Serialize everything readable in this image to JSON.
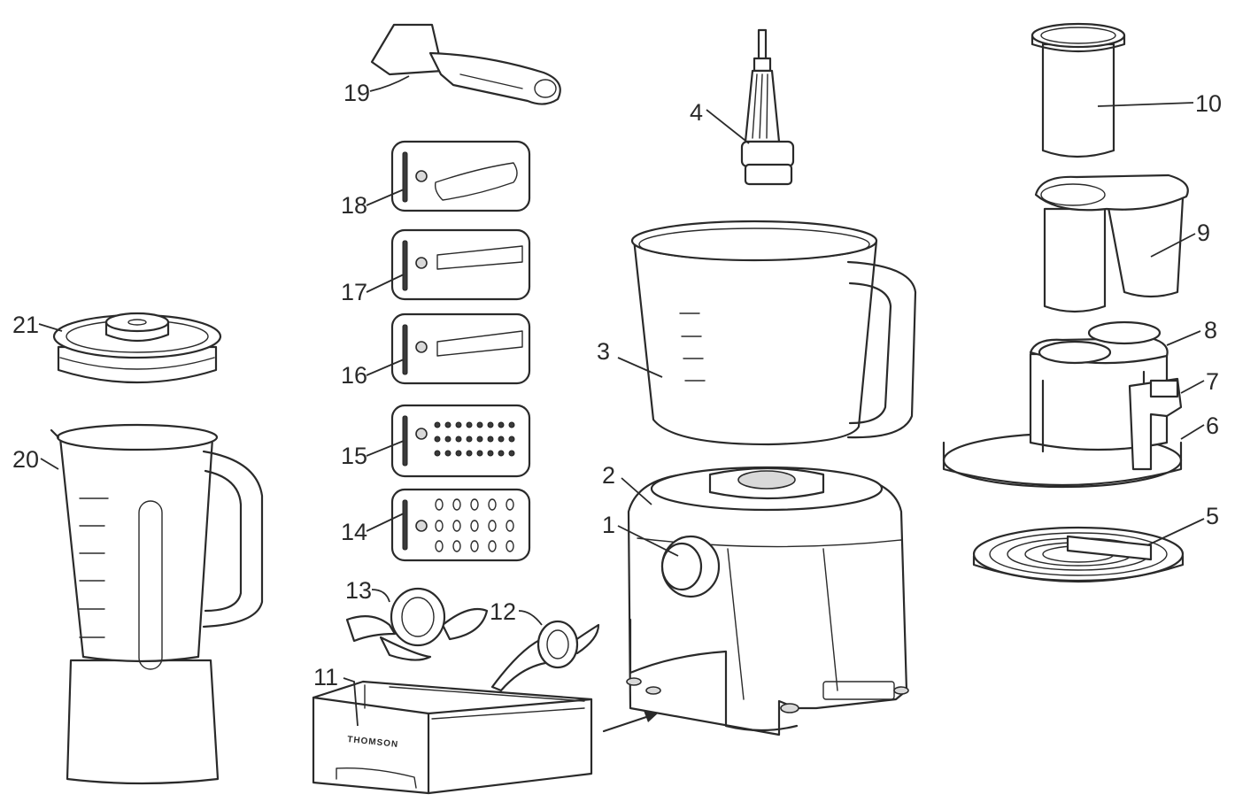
{
  "diagram": {
    "brand_text": "THOMSON",
    "callouts": [
      {
        "id": "1",
        "label": "1"
      },
      {
        "id": "2",
        "label": "2"
      },
      {
        "id": "3",
        "label": "3"
      },
      {
        "id": "4",
        "label": "4"
      },
      {
        "id": "5",
        "label": "5"
      },
      {
        "id": "6",
        "label": "6"
      },
      {
        "id": "7",
        "label": "7"
      },
      {
        "id": "8",
        "label": "8"
      },
      {
        "id": "9",
        "label": "9"
      },
      {
        "id": "10",
        "label": "10"
      },
      {
        "id": "11",
        "label": "11"
      },
      {
        "id": "12",
        "label": "12"
      },
      {
        "id": "13",
        "label": "13"
      },
      {
        "id": "14",
        "label": "14"
      },
      {
        "id": "15",
        "label": "15"
      },
      {
        "id": "16",
        "label": "16"
      },
      {
        "id": "17",
        "label": "17"
      },
      {
        "id": "18",
        "label": "18"
      },
      {
        "id": "19",
        "label": "19"
      },
      {
        "id": "20",
        "label": "20"
      },
      {
        "id": "21",
        "label": "21"
      }
    ]
  }
}
